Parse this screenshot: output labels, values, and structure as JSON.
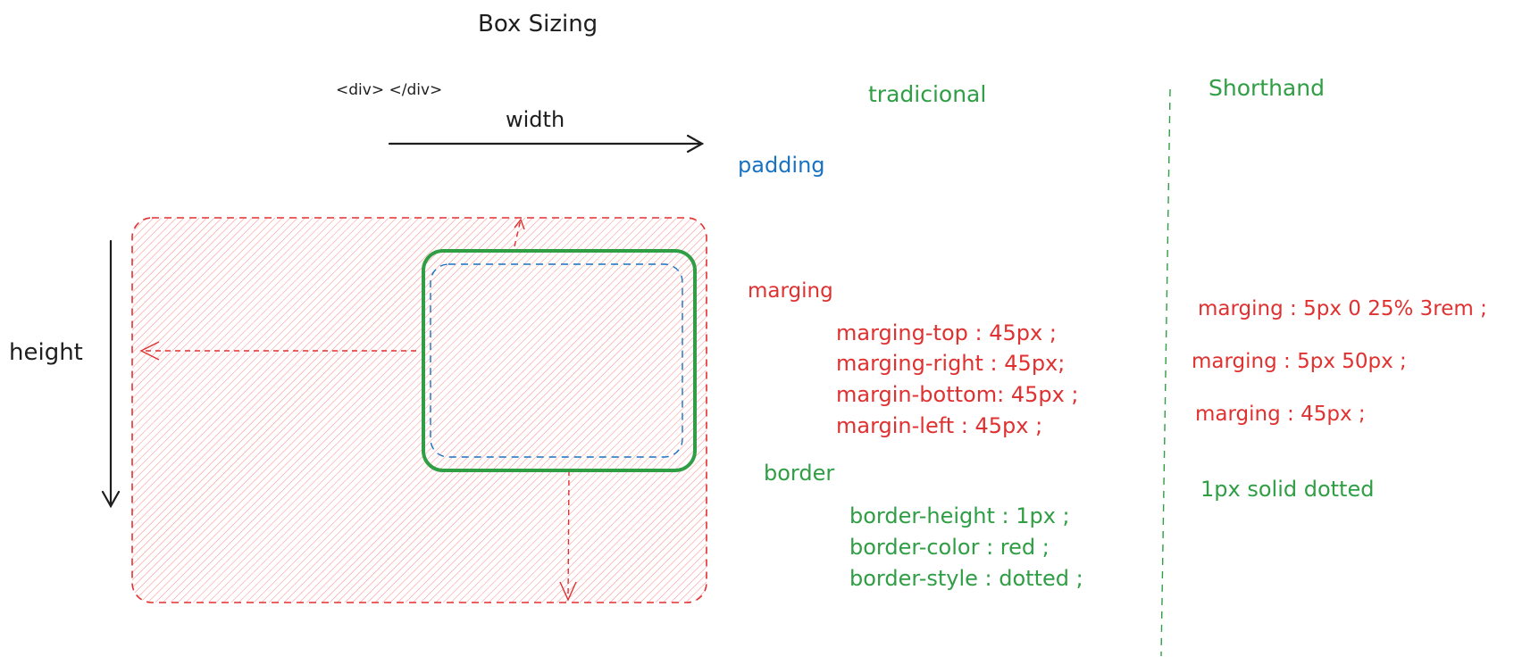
{
  "title": "Box Sizing",
  "element_tag": "<div> </div>",
  "width_label": "width",
  "height_label": "height",
  "padding_label": "padding",
  "traditional": {
    "heading": "tradicional",
    "margin_label": "marging",
    "margin_lines": [
      "marging-top : 45px ;",
      "marging-right : 45px;",
      "margin-bottom: 45px ;",
      "margin-left : 45px ;"
    ],
    "border_label": "border",
    "border_lines": [
      "border-height : 1px ;",
      "border-color : red ;",
      "border-style : dotted ;"
    ]
  },
  "shorthand": {
    "heading": "Shorthand",
    "margin_lines": [
      "marging : 5px 0 25% 3rem ;",
      "marging :  5px 50px ;",
      "marging : 45px ;"
    ],
    "border_line": "1px solid dotted"
  },
  "colors": {
    "text": "#1e1e1e",
    "red": "#e03131",
    "green": "#2f9e44",
    "blue": "#1971c2",
    "margin_fill": "#ffc9c9"
  }
}
